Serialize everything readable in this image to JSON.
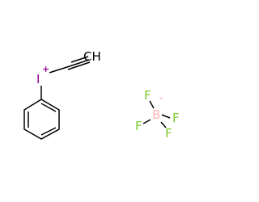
{
  "molecule": {
    "cation": {
      "iodine": "I",
      "iodine_charge": "+",
      "alkyne_terminal": "CH"
    },
    "anion": {
      "boron": "B",
      "boron_charge": "-",
      "fluorine_1": "F",
      "fluorine_2": "F",
      "fluorine_3": "F",
      "fluorine_4": "F"
    }
  },
  "colors": {
    "iodine": "#940094",
    "boron": "#ffb5b5",
    "fluorine": "#7fcc33",
    "carbon": "#000000",
    "background": "#ffffff"
  }
}
